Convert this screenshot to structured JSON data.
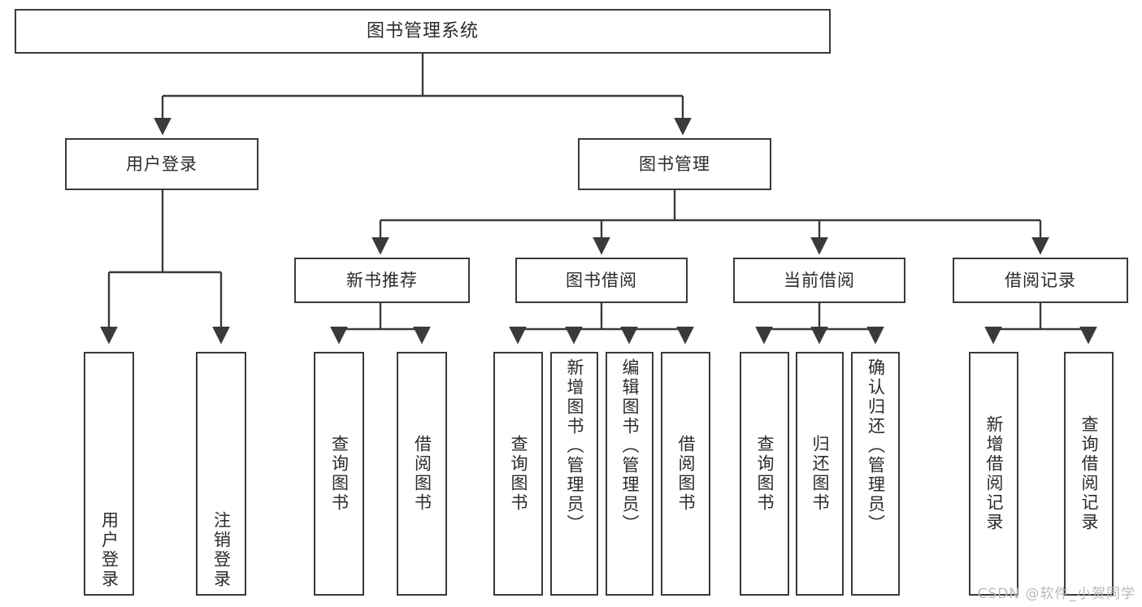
{
  "diagram": {
    "title": "图书管理系统",
    "type": "tree",
    "root": {
      "label": "图书管理系统"
    },
    "level2": [
      {
        "label": "用户登录"
      },
      {
        "label": "图书管理"
      }
    ],
    "level3": [
      {
        "label": "新书推荐"
      },
      {
        "label": "图书借阅"
      },
      {
        "label": "当前借阅"
      },
      {
        "label": "借阅记录"
      }
    ],
    "leaves": {
      "user_login": [
        {
          "label": "用户登录"
        },
        {
          "label": "注销登录"
        }
      ],
      "new_book_recommend": [
        {
          "label": "查询图书"
        },
        {
          "label": "借阅图书"
        }
      ],
      "book_borrow": [
        {
          "label": "查询图书"
        },
        {
          "label": "新增图书（管理员）"
        },
        {
          "label": "编辑图书（管理员）"
        },
        {
          "label": "借阅图书"
        }
      ],
      "current_borrow": [
        {
          "label": "查询图书"
        },
        {
          "label": "归还图书"
        },
        {
          "label": "确认归还（管理员）"
        }
      ],
      "borrow_record": [
        {
          "label": "新增借阅记录"
        },
        {
          "label": "查询借阅记录"
        }
      ]
    }
  },
  "watermark": {
    "text": "CSDN @软件_小贺同学"
  },
  "colors": {
    "box_border": "#3a3a3a",
    "box_fill": "#ffffff",
    "text": "#2b2b2b",
    "connector": "#3a3a3a",
    "watermark": "#b9b9b9",
    "background": "#ffffff"
  }
}
